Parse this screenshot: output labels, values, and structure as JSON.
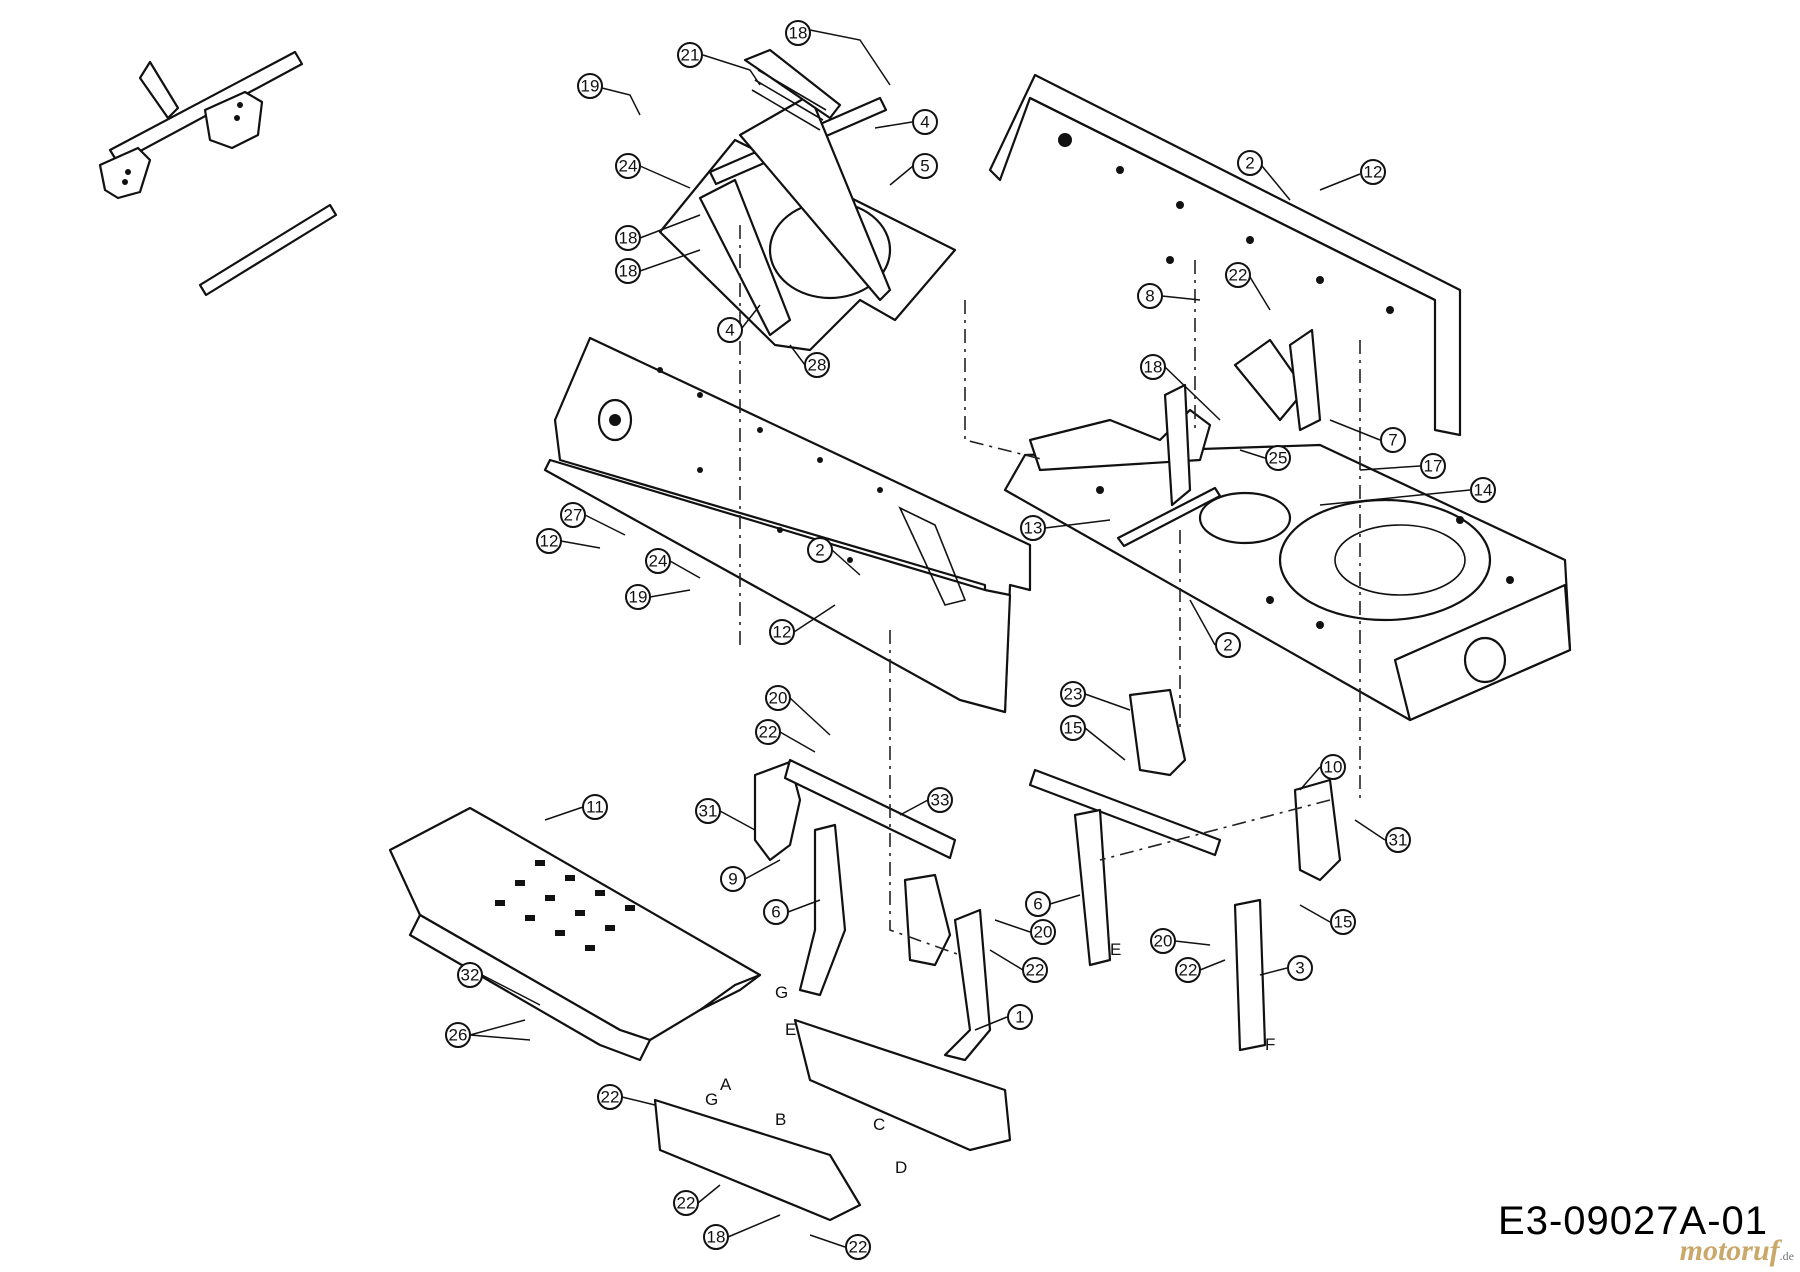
{
  "diagram": {
    "code": "E3-09027A-01",
    "watermark": "motoruf",
    "watermark_suffix": ".de",
    "callouts": [
      "18",
      "21",
      "19",
      "4",
      "5",
      "24",
      "18",
      "18",
      "4",
      "28",
      "2",
      "12",
      "22",
      "8",
      "18",
      "7",
      "25",
      "17",
      "14",
      "13",
      "27",
      "12",
      "24",
      "19",
      "2",
      "12",
      "2",
      "23",
      "15",
      "20",
      "22",
      "33",
      "31",
      "9",
      "6",
      "22",
      "20",
      "10",
      "31",
      "6",
      "15",
      "20",
      "22",
      "3",
      "11",
      "1",
      "32",
      "26",
      "22",
      "22",
      "18",
      "22"
    ],
    "letters": [
      "E",
      "G",
      "E",
      "A",
      "G",
      "B",
      "C",
      "D",
      "F"
    ]
  }
}
